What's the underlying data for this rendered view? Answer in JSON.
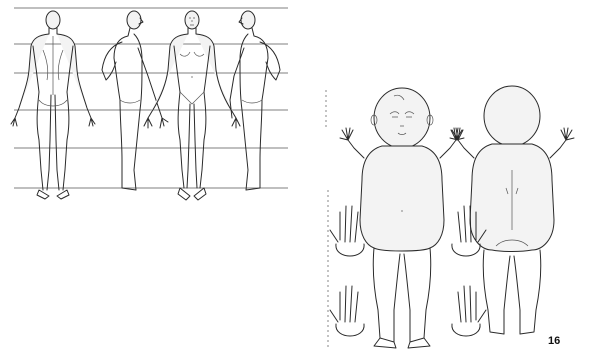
{
  "page_number": "16",
  "figures": {
    "adult": [
      "back-view",
      "left-side-view",
      "front-view",
      "right-side-view"
    ],
    "infant": [
      "front-view",
      "back-view"
    ],
    "hands": [
      "palm",
      "back",
      "palm",
      "back"
    ]
  },
  "colors": {
    "ink": "#2a2a2a",
    "background": "#ffffff"
  }
}
